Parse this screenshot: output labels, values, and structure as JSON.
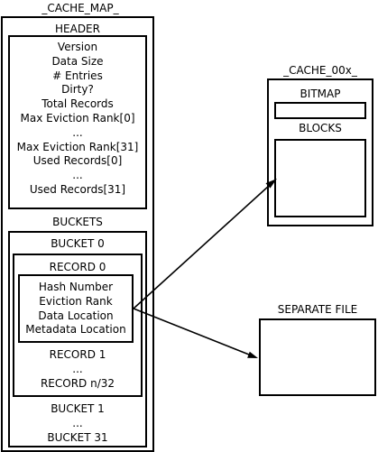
{
  "cache_map": {
    "title": "_CACHE_MAP_",
    "header": {
      "title": "HEADER",
      "fields": [
        "Version",
        "Data Size",
        "# Entries",
        "Dirty?",
        "Total Records",
        "Max Eviction Rank[0]",
        "...",
        "Max Eviction Rank[31]",
        "Used Records[0]",
        "...",
        "Used Records[31]"
      ]
    },
    "buckets": {
      "title": "BUCKETS",
      "bucket0": {
        "title": "BUCKET 0",
        "record0": {
          "title": "RECORD 0",
          "fields": [
            "Hash Number",
            "Eviction Rank",
            "Data Location",
            "Metadata Location"
          ]
        },
        "more_records": [
          "RECORD 1",
          "...",
          "RECORD n/32"
        ]
      },
      "more_buckets": [
        "BUCKET 1",
        "...",
        "BUCKET 31"
      ]
    }
  },
  "cache_block_file": {
    "title": "_CACHE_00x_",
    "bitmap_label": "BITMAP",
    "blocks_label": "BLOCKS"
  },
  "separate_file": {
    "title": "SEPARATE FILE"
  }
}
